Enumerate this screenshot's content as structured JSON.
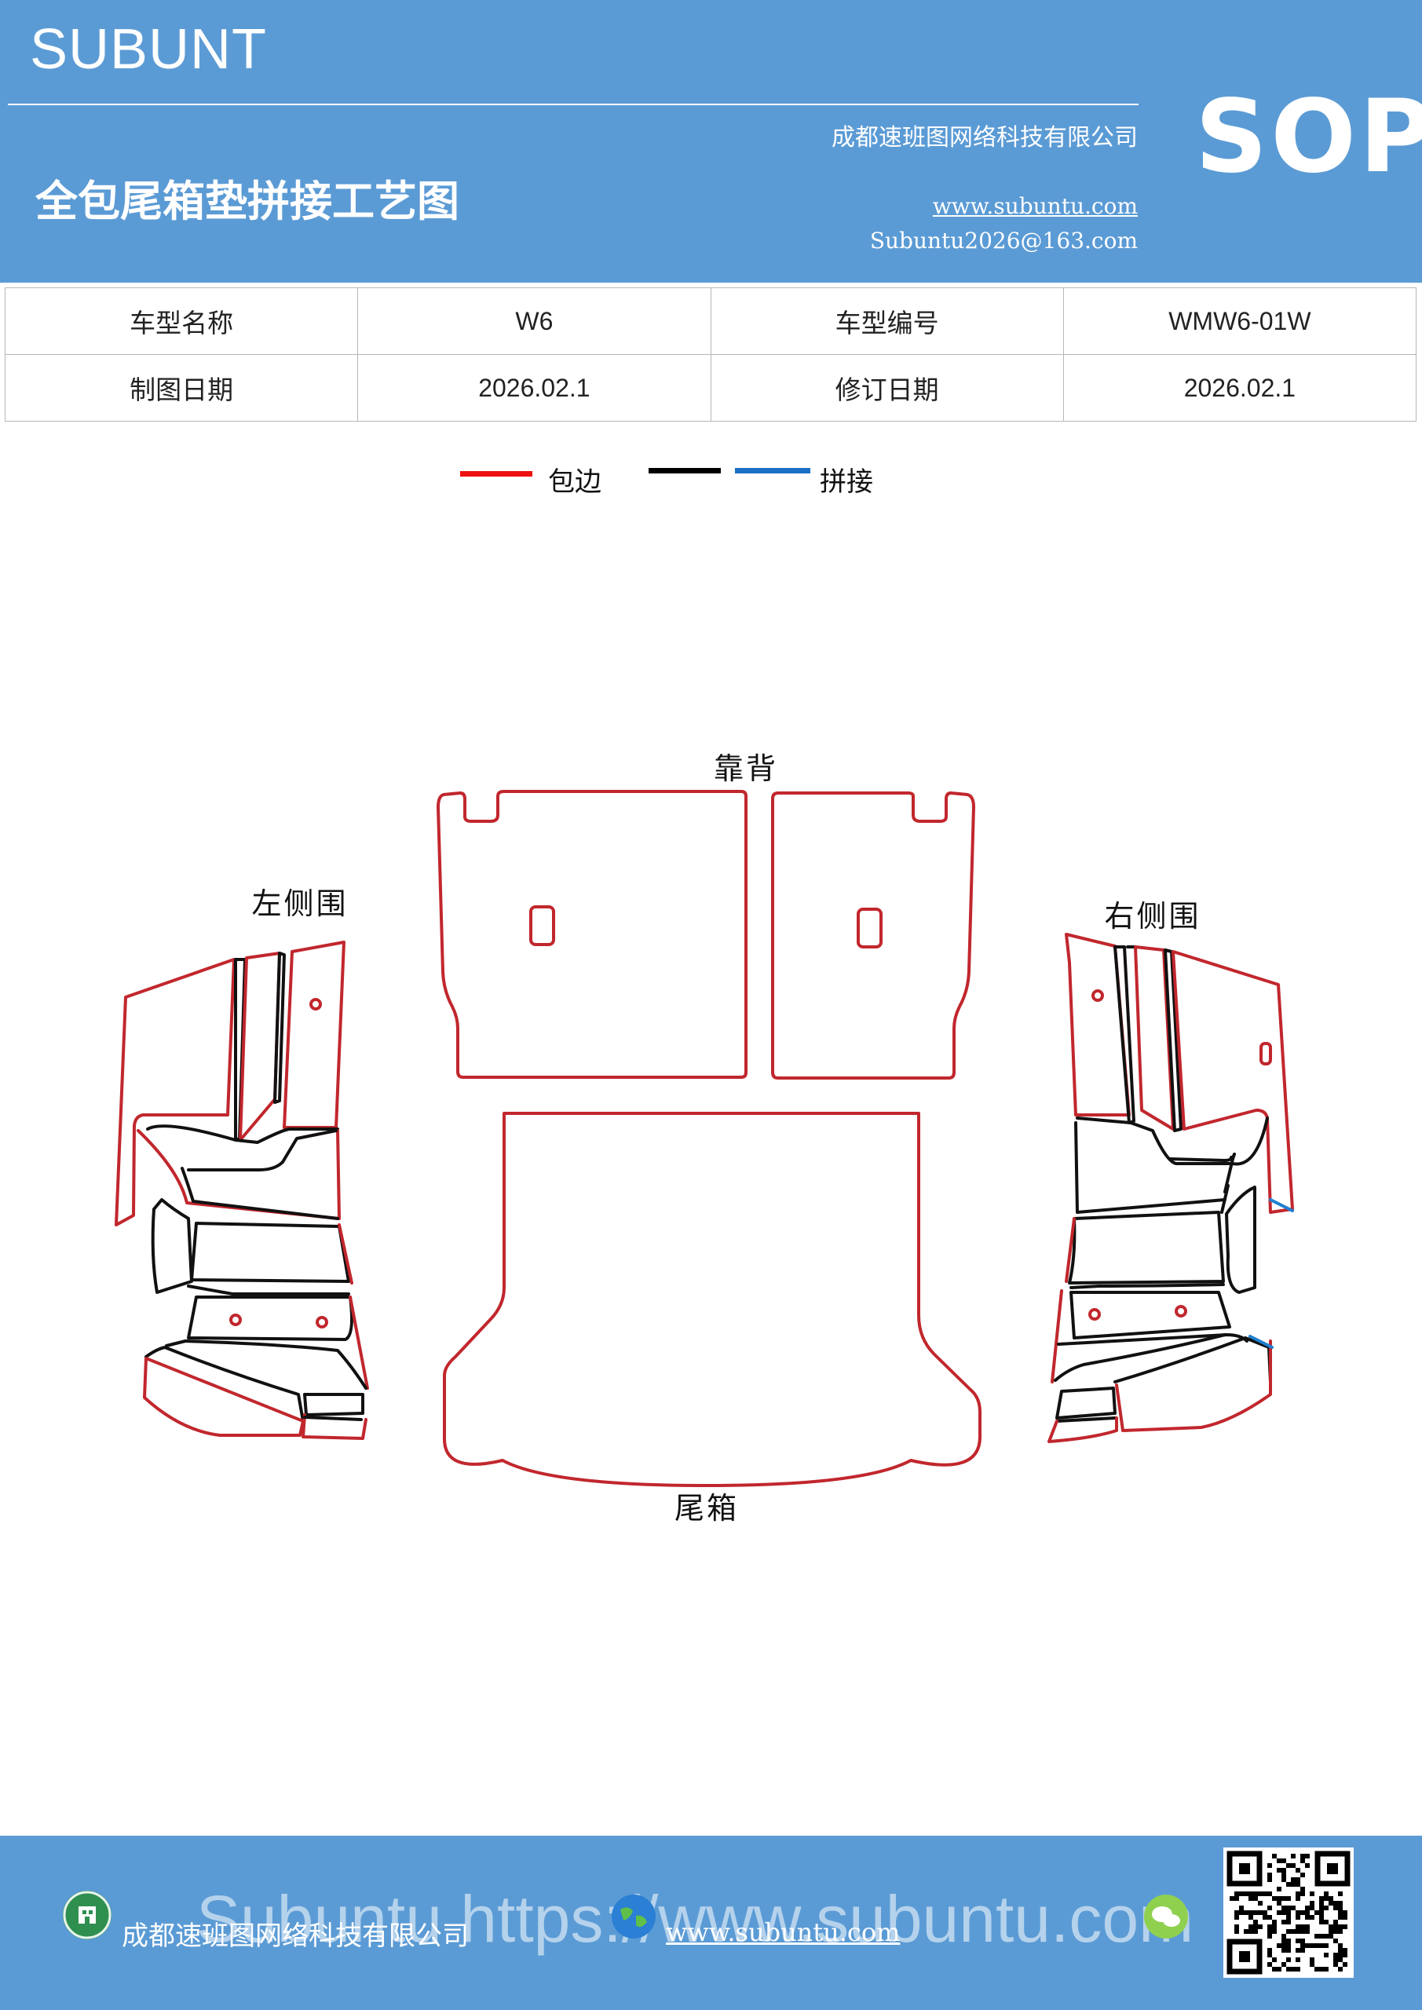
{
  "header": {
    "brand": "SUBUNT",
    "title": "全包尾箱垫拼接工艺图",
    "company": "成都速班图网络科技有限公司",
    "website": "www.subuntu.com",
    "email": "Subuntu2026@163.com",
    "sop": "SOP"
  },
  "info": {
    "model_name_label": "车型名称",
    "model_name": "W6",
    "model_code_label": "车型编号",
    "model_code": "WMW6-01W",
    "draw_date_label": "制图日期",
    "draw_date": "2026.02.1",
    "revise_date_label": "修订日期",
    "revise_date": "2026.02.1"
  },
  "legend": {
    "edge_label": "包边",
    "splice_label": "拼接",
    "colors": {
      "edge": "#ee1111",
      "black": "#000000",
      "splice": "#1a6fc4"
    }
  },
  "diagram": {
    "backrest_label": "靠背",
    "left_side_label": "左侧围",
    "right_side_label": "右侧围",
    "trunk_label": "尾箱",
    "edge_color": "#c1272d",
    "seam_color": "#111111",
    "splice_color": "#1f7fd0"
  },
  "footer": {
    "company": "成都速班图网络科技有限公司",
    "website": "www.subuntu.com",
    "watermark": "Subuntu https://www.subuntu.com"
  }
}
